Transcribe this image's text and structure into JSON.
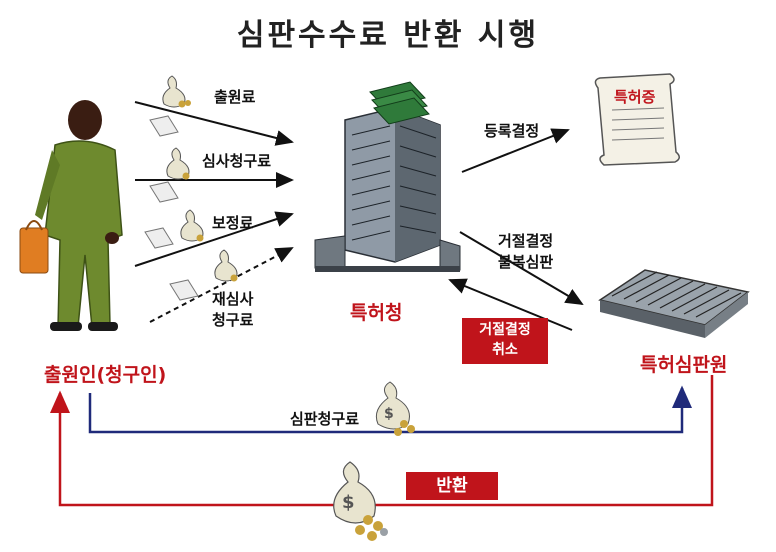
{
  "title": "심판수수료 반환 시행",
  "fees": {
    "application": "출원료",
    "exam_request": "심사청구료",
    "amendment": "보정료",
    "reexam_line1": "재심사",
    "reexam_line2": "청구료"
  },
  "office": {
    "label": "특허청"
  },
  "registration": {
    "label": "등록결정",
    "certificate": "특허증"
  },
  "rejection_appeal": {
    "line1": "거절결정",
    "line2": "불복심판"
  },
  "rejection_cancel": {
    "line1": "거절결정",
    "line2": "취소"
  },
  "applicant": {
    "label": "출원인(청구인)"
  },
  "tribunal": {
    "label": "특허심판원"
  },
  "trial_fee": {
    "label": "심판청구료"
  },
  "refund": {
    "label": "반환"
  },
  "colors": {
    "accent_red": "#c0141b",
    "navy": "#1f2a7a",
    "suit_green": "#6e8a2e"
  }
}
